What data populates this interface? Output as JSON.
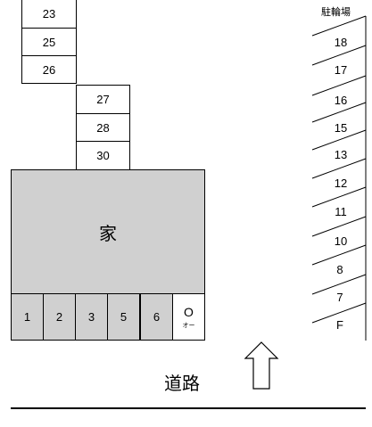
{
  "left_column": [
    {
      "label": "23"
    },
    {
      "label": "25"
    },
    {
      "label": "26"
    }
  ],
  "middle_column": [
    {
      "label": "27"
    },
    {
      "label": "28"
    },
    {
      "label": "30"
    }
  ],
  "house": {
    "label": "家"
  },
  "front_row": [
    {
      "label": "1"
    },
    {
      "label": "2"
    },
    {
      "label": "3"
    },
    {
      "label": "5"
    },
    {
      "label": "6"
    }
  ],
  "owner_space": {
    "label": "O",
    "sublabel": "オー"
  },
  "parking_lot": {
    "title": "駐輪場",
    "spaces": [
      "18",
      "17",
      "16",
      "15",
      "13",
      "12",
      "11",
      "10",
      "8",
      "7",
      "F"
    ]
  },
  "road": {
    "label": "道路"
  }
}
